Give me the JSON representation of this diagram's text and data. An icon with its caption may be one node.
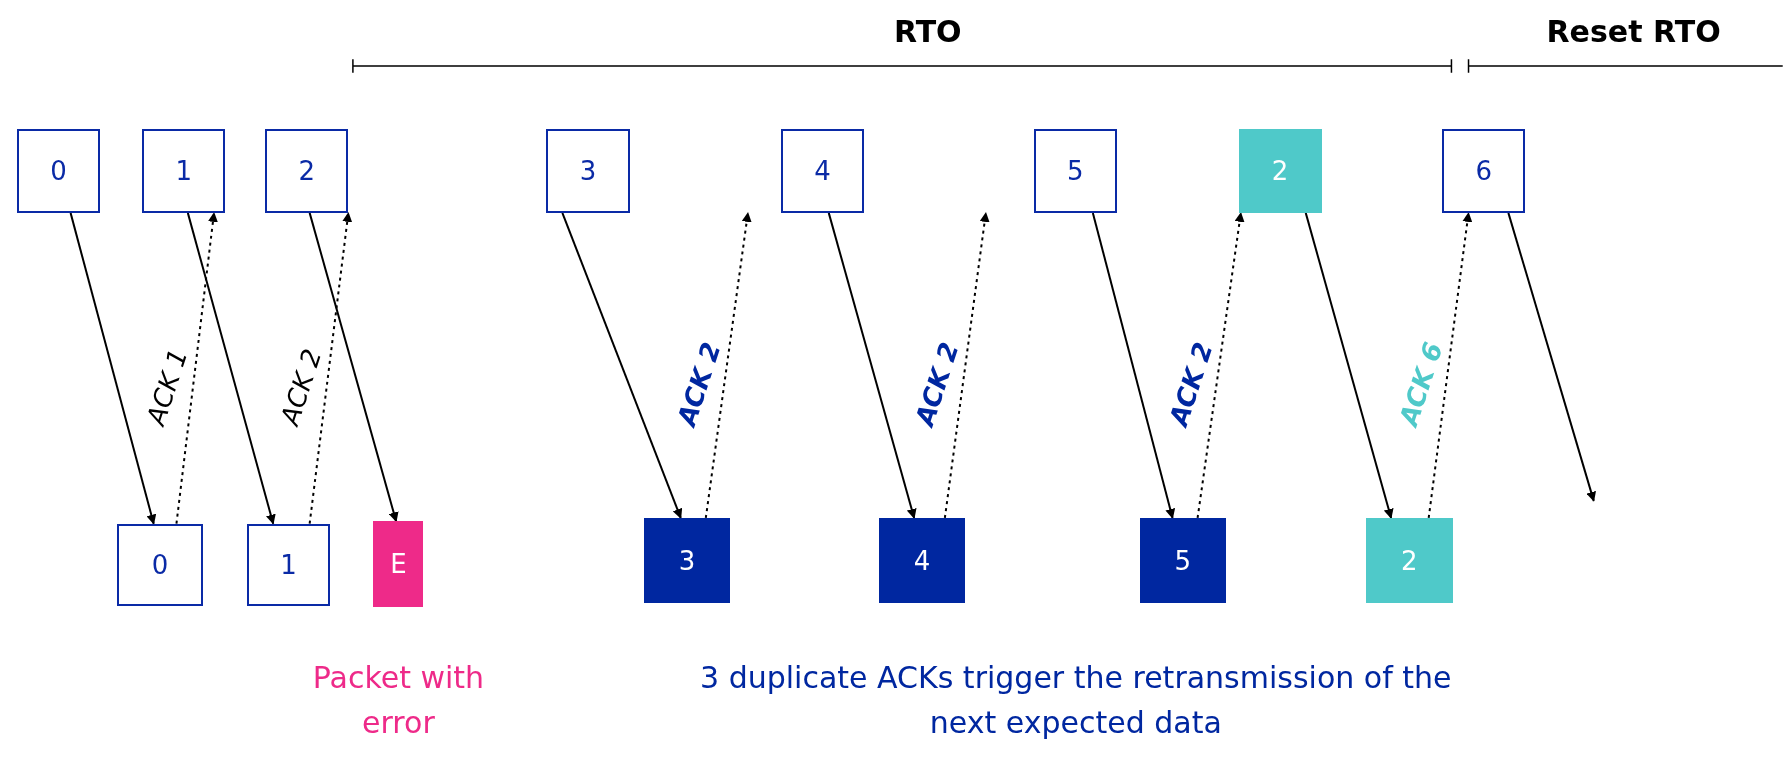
{
  "diagram": {
    "nodes": [
      {
        "text": [
          "0"
        ]
      },
      {
        "text": [
          "1"
        ]
      },
      {
        "text": [
          "2"
        ]
      },
      {
        "text": [
          "3"
        ]
      },
      {
        "text": [
          "4"
        ]
      },
      {
        "text": [
          "5"
        ]
      },
      {
        "text": [
          "2"
        ]
      },
      {
        "text": [
          "6"
        ]
      },
      {
        "text": [
          "0"
        ]
      },
      {
        "text": [
          "1"
        ]
      },
      {
        "text": [
          "E"
        ]
      },
      {
        "text": [
          "3"
        ]
      },
      {
        "text": [
          "4"
        ]
      },
      {
        "text": [
          "5"
        ]
      },
      {
        "text": [
          "2"
        ]
      }
    ],
    "edges": [
      {
        "from": 0,
        "to": 8,
        "arrow": "to"
      },
      {
        "from": 8,
        "to": 1,
        "arrow": "to",
        "label": "ACK 1",
        "style": "dashed"
      },
      {
        "from": 1,
        "to": 9,
        "arrow": "to"
      },
      {
        "from": 9,
        "to": 2,
        "arrow": "to",
        "label": "ACK 2",
        "style": "dashed"
      },
      {
        "from": 2,
        "to": 10,
        "arrow": "to"
      },
      {
        "from": 3,
        "to": 11,
        "arrow": "to"
      },
      {
        "from": 11,
        "to": 4,
        "arrow": "to",
        "label": "ACK 2",
        "style": "dashed"
      },
      {
        "from": 4,
        "to": 12,
        "arrow": "to"
      },
      {
        "from": 12,
        "to": 5,
        "arrow": "to",
        "label": "ACK 2",
        "style": "dashed"
      },
      {
        "from": 5,
        "to": 13,
        "arrow": "to"
      },
      {
        "from": 13,
        "to": 6,
        "arrow": "to",
        "label": "ACK 2",
        "style": "dashed"
      },
      {
        "from": 6,
        "to": 14,
        "arrow": "to"
      },
      {
        "from": 14,
        "to": 7,
        "arrow": "to",
        "label": "ACK 6",
        "style": "dashed"
      },
      {
        "from": 7,
        "to": null,
        "arrow": "to"
      }
    ],
    "labels": [
      "RTO",
      "Reset RTO",
      "Packet with error",
      "3 duplicate ACKs trigger the retransmission of the next expected data"
    ]
  }
}
